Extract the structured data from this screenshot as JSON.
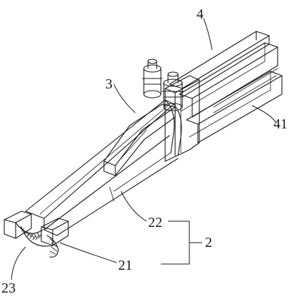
{
  "figure": {
    "labels": {
      "part_4": "4",
      "part_3": "3",
      "part_41": "41",
      "part_22": "22",
      "part_2": "2",
      "part_21": "21",
      "part_23": "23"
    }
  }
}
